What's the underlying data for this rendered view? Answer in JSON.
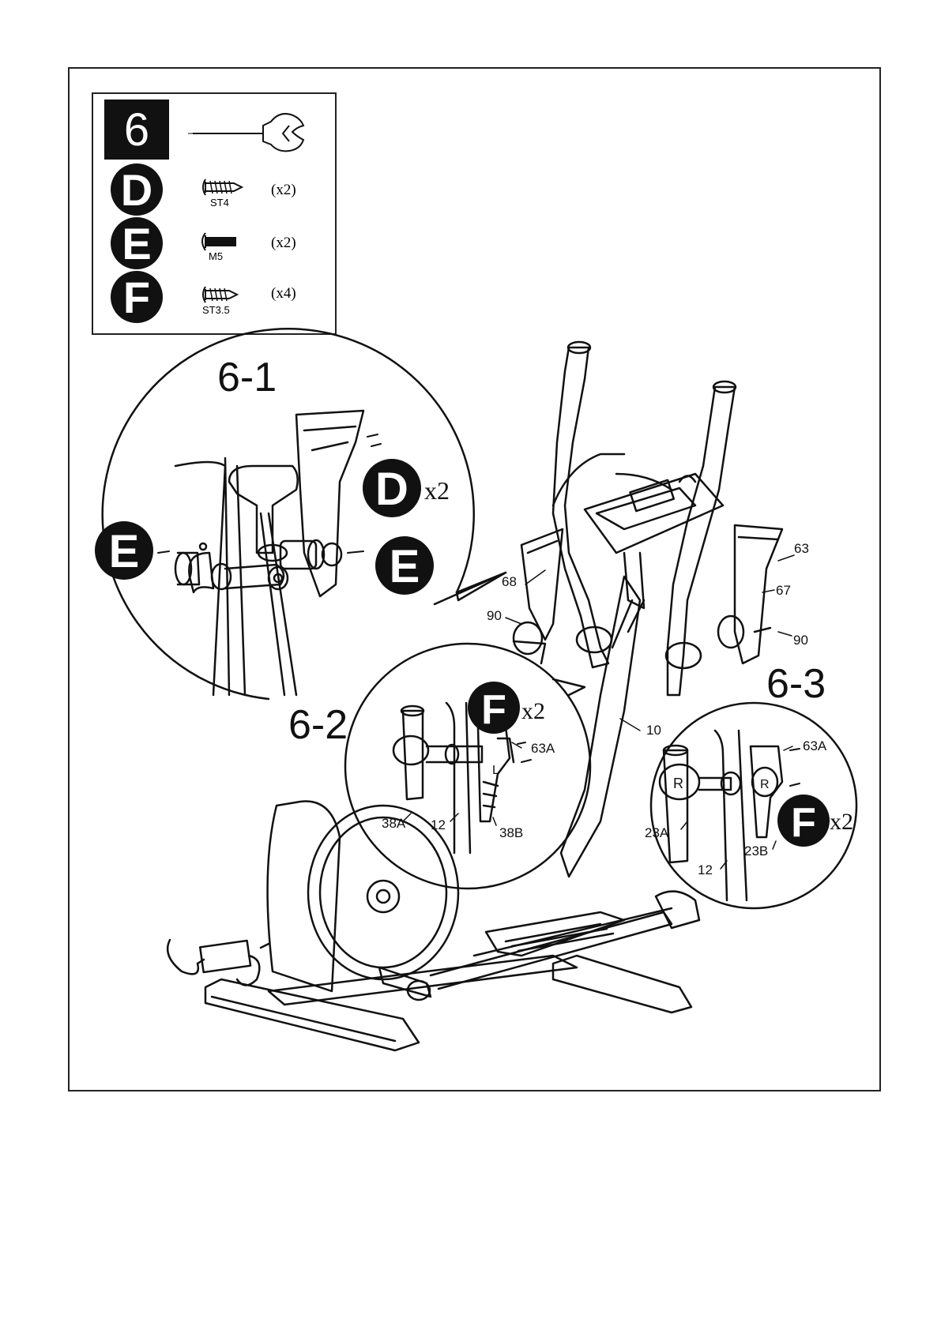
{
  "step_number": "6",
  "legend": {
    "tool_icon": "combination-wrench-screwdriver-icon",
    "items": [
      {
        "letter": "D",
        "part": "ST4",
        "qty": "(x2)",
        "icon": "tapping-screw-icon"
      },
      {
        "letter": "E",
        "part": "M5",
        "qty": "(x2)",
        "icon": "bolt-icon"
      },
      {
        "letter": "F",
        "part": "ST3.5",
        "qty": "(x4)",
        "icon": "tapping-screw-icon"
      }
    ]
  },
  "detail_6_1": {
    "label": "6-1",
    "badge_d": "D",
    "badge_d_qty": "x2",
    "badge_e": "E"
  },
  "detail_6_2": {
    "label": "6-2",
    "badge_f": "F",
    "badge_f_qty": "x2",
    "parts": [
      "63A",
      "38A",
      "12",
      "38B"
    ],
    "side_mark": "L"
  },
  "detail_6_3": {
    "label": "6-3",
    "badge_f": "F",
    "badge_f_qty": "x2",
    "parts": [
      "63A",
      "23A",
      "12",
      "23B"
    ],
    "side_mark": "R"
  },
  "callouts": [
    "68",
    "90",
    "63",
    "67",
    "90",
    "10"
  ]
}
